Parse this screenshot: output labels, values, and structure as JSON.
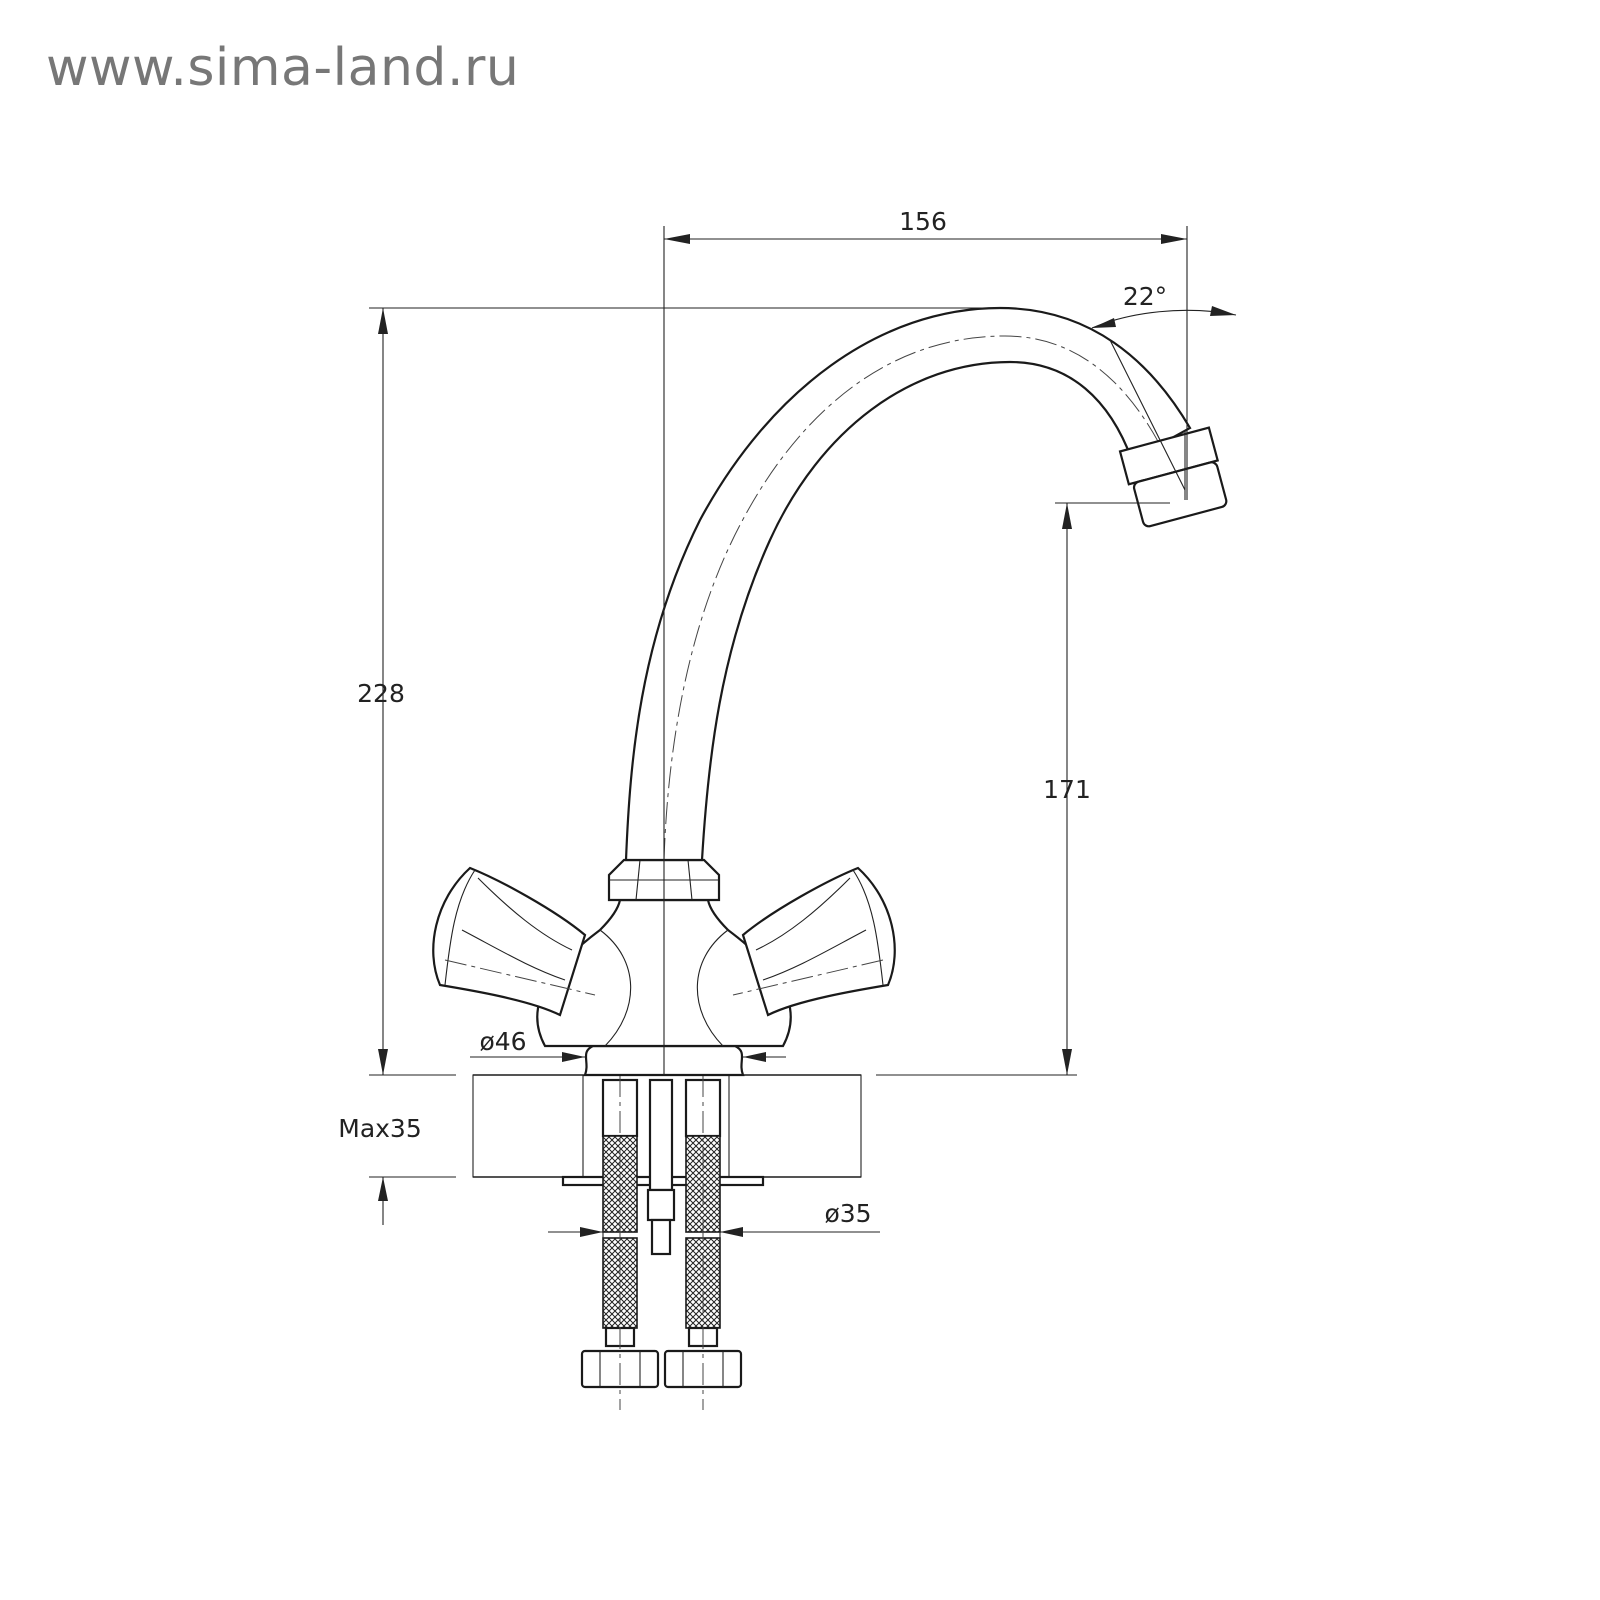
{
  "watermark": "www.sima-land.ru",
  "dimensions": {
    "spout_reach": "156",
    "total_height": "228",
    "spout_height": "171",
    "spout_angle": "22°",
    "base_diameter": "ø46",
    "countertop_max": "Max35",
    "hole_diameter": "ø35"
  }
}
